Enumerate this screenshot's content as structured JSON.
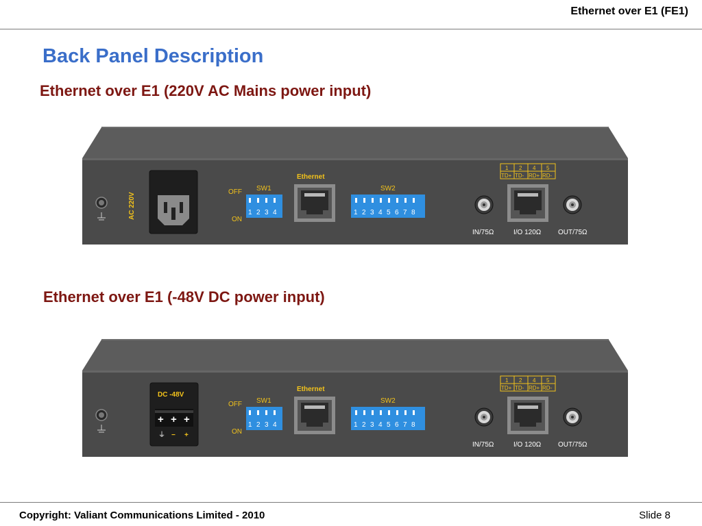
{
  "header": {
    "title": "Ethernet over E1 (FE1)"
  },
  "slide": {
    "title": "Back Panel Description",
    "subtitle_ac": "Ethernet over E1 (220V AC Mains power input)",
    "subtitle_dc": "Ethernet over E1 (-48V DC power input)"
  },
  "panel_labels": {
    "ac_power": "AC 220V",
    "dc_power": "DC -48V",
    "dc_terminals": [
      "+",
      "+",
      "+"
    ],
    "dc_terminal_marks": [
      "⏚",
      "−",
      "+"
    ],
    "off": "OFF",
    "on": "ON",
    "sw1": "SW1",
    "sw1_numbers": [
      "1",
      "2",
      "3",
      "4"
    ],
    "ethernet": "Ethernet",
    "sw2": "SW2",
    "sw2_numbers": [
      "1",
      "2",
      "3",
      "4",
      "5",
      "6",
      "7",
      "8"
    ],
    "pin_numbers": [
      "1",
      "2",
      "4",
      "5"
    ],
    "pin_names": [
      "TD+",
      "TD-",
      "RD+",
      "RD-"
    ],
    "in_port": "IN/75Ω",
    "io_port": "I/O 120Ω",
    "out_port": "OUT/75Ω"
  },
  "footer": {
    "copyright": "Copyright: Valiant Communications Limited - 2010",
    "slide_number": "Slide 8"
  },
  "colors": {
    "title_blue": "#3a6ec9",
    "subtitle_red": "#7d1712",
    "panel_gray": "#4a4a4a",
    "switch_blue": "#2f8fe0",
    "label_yellow": "#f2c21b"
  }
}
